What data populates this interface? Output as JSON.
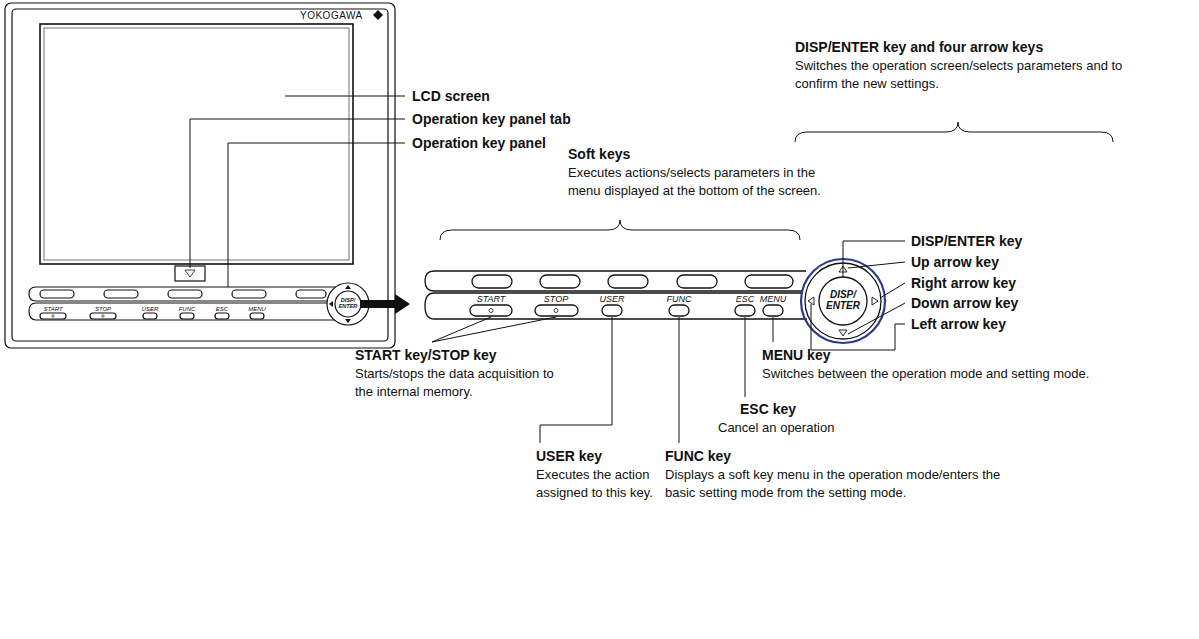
{
  "diagram": {
    "labels": [
      "YOKOGAWA",
      "START",
      "STOP",
      "USER",
      "FUNC",
      "ESC",
      "MENU",
      "DISP/ ENTER",
      "LCD screen",
      "Operation key panel tab",
      "Operation key panel",
      "DISP/ENTER key and four arrow keys",
      "Switches the operation screen/selects parameters and to confirm the new settings.",
      "Soft keys",
      "Executes actions/selects parameters in the menu displayed at the bottom of the screen.",
      "DISP/ENTER key",
      "Up arrow key",
      "Right arrow key",
      "Down arrow key",
      "Left arrow key",
      "START",
      "STOP",
      "USER",
      "FUNC",
      "ESC",
      "MENU",
      "DISP/ ENTER",
      "START key/STOP key",
      "Starts/stops the data acquisition to the internal memory.",
      "MENU key",
      "Switches between the operation mode and setting mode.",
      "ESC key",
      "Cancel an operation",
      "USER key",
      "Executes the action assigned to this key.",
      "FUNC key",
      "Displays a soft key menu in the operation mode/enters the basic setting mode from the setting mode."
    ]
  }
}
